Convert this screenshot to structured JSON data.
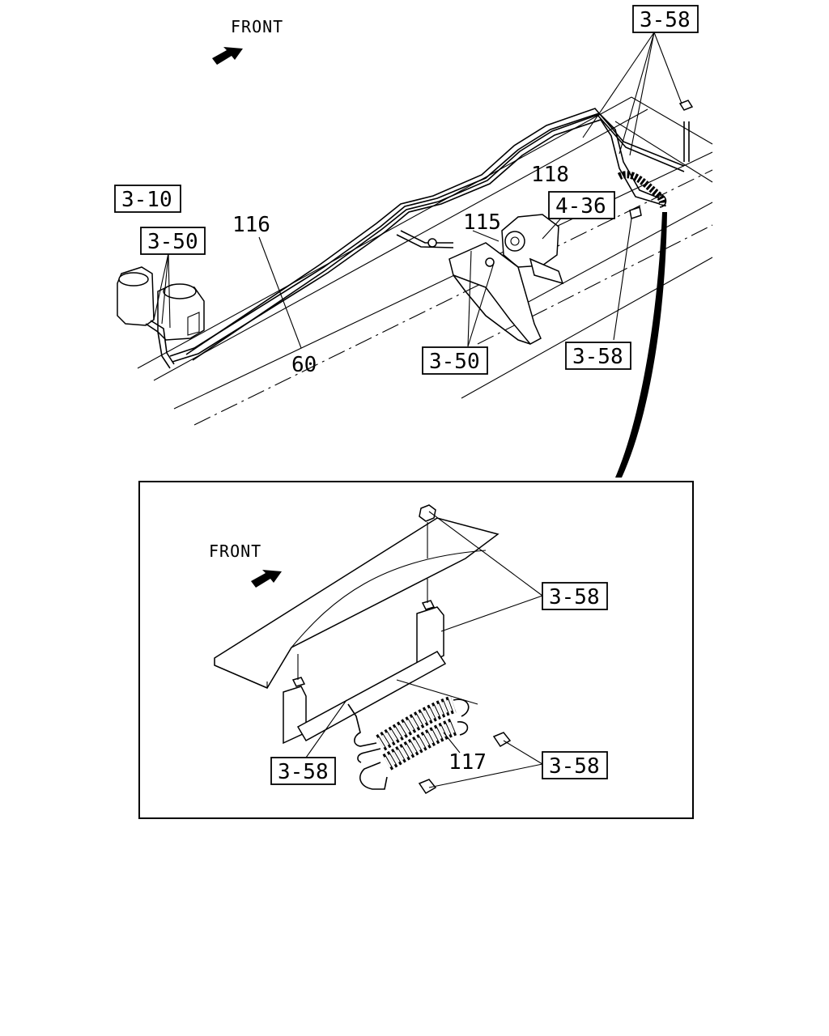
{
  "top_view": {
    "front_label": "FRONT",
    "callouts": {
      "ref_3_58_top": "3-58",
      "ref_3_10": "3-10",
      "ref_3_50_left": "3-50",
      "part_116": "116",
      "part_118": "118",
      "part_115": "115",
      "ref_4_36": "4-36",
      "part_60": "60",
      "ref_3_50_bottom": "3-50",
      "ref_3_58_right": "3-58"
    }
  },
  "detail_view": {
    "front_label": "FRONT",
    "callouts": {
      "ref_3_58_upper": "3-58",
      "ref_3_58_left": "3-58",
      "part_117": "117",
      "ref_3_58_lower": "3-58"
    }
  }
}
